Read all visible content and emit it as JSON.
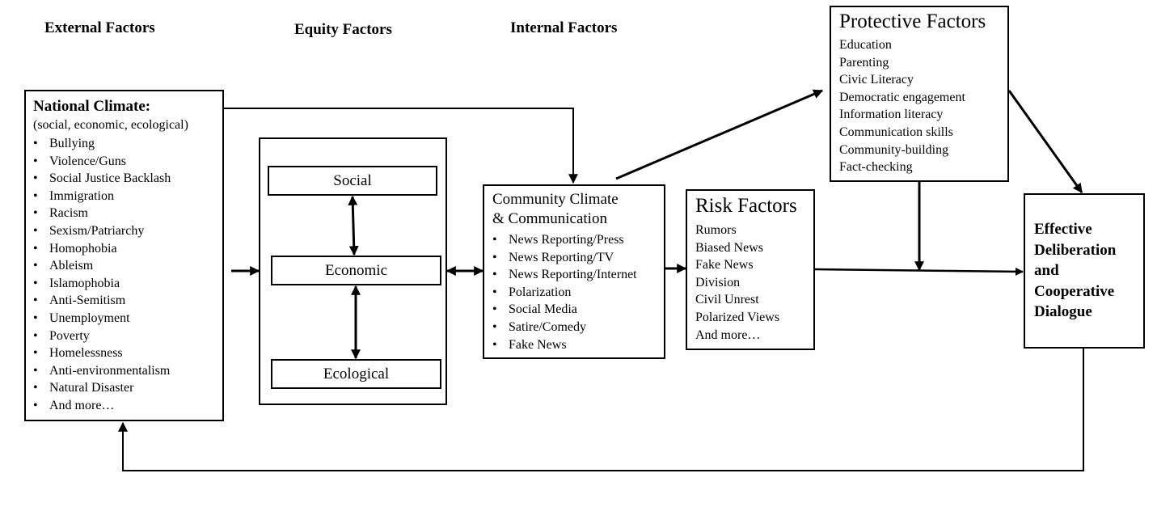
{
  "headers": {
    "external": "External Factors",
    "equity": "Equity Factors",
    "internal": "Internal Factors"
  },
  "national": {
    "title": "National Climate:",
    "subtitle": "(social, economic, ecological)",
    "items": [
      "Bullying",
      "Violence/Guns",
      "Social Justice Backlash",
      "Immigration",
      "Racism",
      "Sexism/Patriarchy",
      "Homophobia",
      "Ableism",
      "Islamophobia",
      "Anti-Semitism",
      "Unemployment",
      "Poverty",
      "Homelessness",
      "Anti-environmentalism",
      "Natural Disaster",
      "And more…"
    ]
  },
  "equity": {
    "social": "Social",
    "economic": "Economic",
    "ecological": "Ecological"
  },
  "community": {
    "title_line1": "Community Climate",
    "title_line2": "& Communication",
    "items": [
      "News Reporting/Press",
      "News Reporting/TV",
      "News Reporting/Internet",
      "Polarization",
      "Social Media",
      "Satire/Comedy",
      "Fake News"
    ]
  },
  "risk": {
    "title": "Risk Factors",
    "items": [
      "Rumors",
      "Biased News",
      "Fake News",
      "Division",
      "Civil Unrest",
      "Polarized Views",
      "And more…"
    ]
  },
  "protective": {
    "title": "Protective Factors",
    "items": [
      "Education",
      "Parenting",
      "Civic Literacy",
      "Democratic engagement",
      "Information literacy",
      "Communication skills",
      "Community-building",
      "Fact-checking"
    ]
  },
  "outcome": {
    "lines": [
      "Effective",
      "Deliberation",
      "and",
      "Cooperative",
      "Dialogue"
    ]
  }
}
